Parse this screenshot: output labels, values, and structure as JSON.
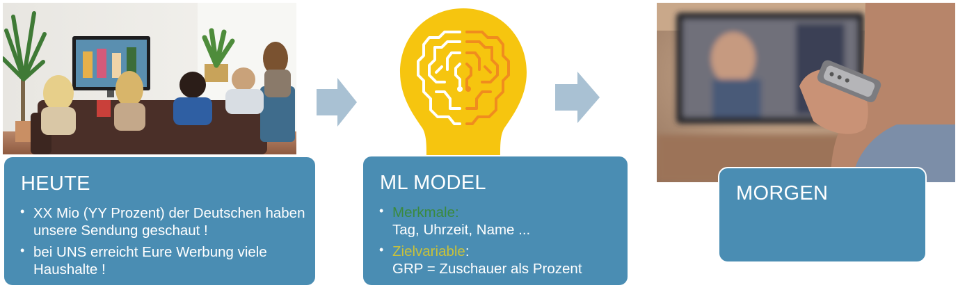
{
  "panels": {
    "heute": {
      "title": "HEUTE",
      "bullets": [
        "XX Mio (YY Prozent) der Deutschen haben unsere Sendung geschaut !",
        "bei UNS erreicht Eure Werbung viele Haushalte !"
      ]
    },
    "model": {
      "title": "ML MODEL",
      "features_label": "Merkmale:",
      "features_value": "Tag, Uhrzeit, Name ...",
      "target_label": "Zielvariable",
      "target_colon": ":",
      "target_value": "GRP = Zuschauer als Prozent"
    },
    "morgen": {
      "title": "MORGEN"
    }
  },
  "colors": {
    "card": "#4a8db3",
    "arrow": "#a9c1d3",
    "bulb": "#f6c50f",
    "brain_left": "#ffffff",
    "brain_right": "#f08c1e",
    "green_text": "#3a8a3e",
    "yellow_text": "#c9c23a"
  },
  "icons": [
    "family-tv-photo",
    "brain-bulb-icon",
    "remote-tv-photo",
    "arrow-right-icon"
  ]
}
